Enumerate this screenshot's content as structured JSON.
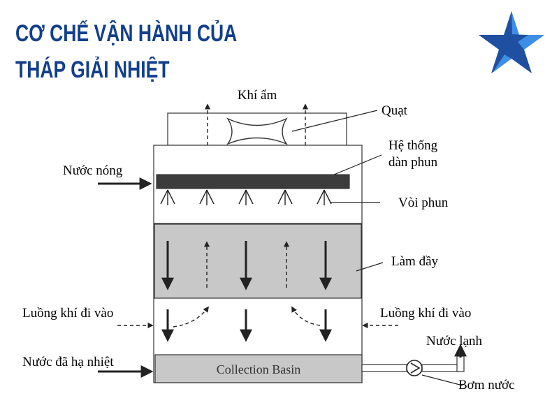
{
  "title": {
    "line1": "CƠ CHẾ VẬN HÀNH CỦA",
    "line2": "THÁP GIẢI NHIỆT",
    "color": "#123f8c"
  },
  "logo": {
    "icon": "star-logo-icon",
    "colors": {
      "primary": "#1f4fa0",
      "accent": "#3e8ee6"
    }
  },
  "diagram": {
    "labels": {
      "moist_air": "Khí ẩm",
      "fan": "Quạt",
      "spray_system_line1": "Hệ thống",
      "spray_system_line2": "dàn phun",
      "hot_water": "Nước nóng",
      "nozzles": "Vòi phun",
      "fill": "Làm đầy",
      "air_in_left": "Luồng khí đi vào",
      "air_in_right": "Luồng khí đi vào",
      "cold_water": "Nước lạnh",
      "cooled_water": "Nước đã hạ nhiệt",
      "basin": "Collection Basin",
      "pump": "Bơm nước"
    },
    "colors": {
      "fill_zone": "#c8c8c8",
      "basin": "#c8c8c8",
      "spray_pipe": "#3c3c3c",
      "line": "#222222"
    }
  }
}
